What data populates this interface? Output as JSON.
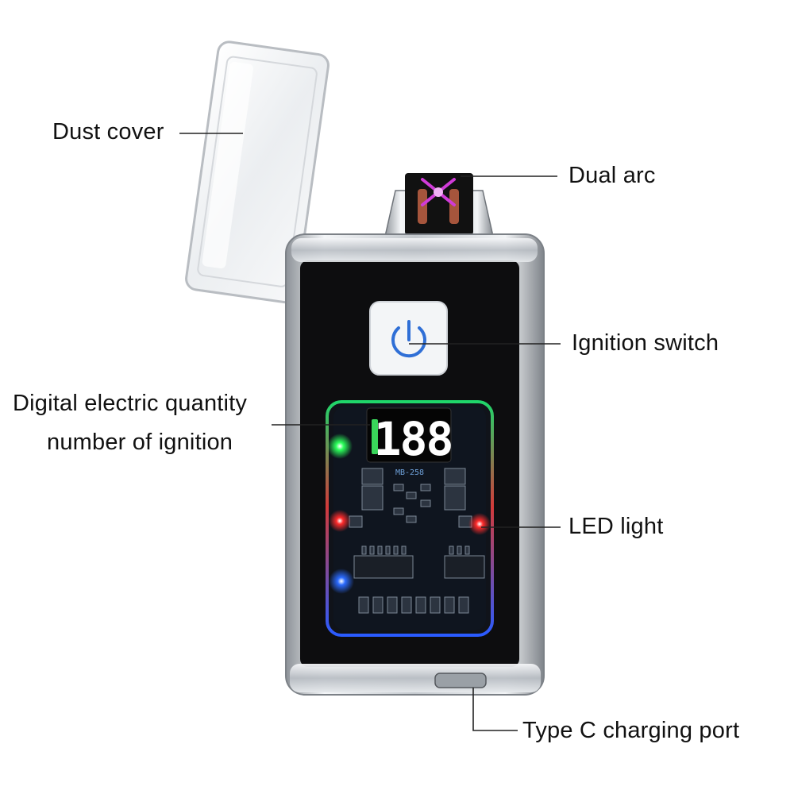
{
  "labels": {
    "dust_cover": "Dust cover",
    "dual_arc": "Dual arc",
    "ignition_switch": "Ignition switch",
    "digital_line1": "Digital electric quantity",
    "digital_line2": "number of ignition",
    "led_light": "LED light",
    "type_c": "Type C charging port"
  },
  "display": {
    "digits": "188",
    "board_marking": "MB-258"
  },
  "colors": {
    "body": "#0d0d0f",
    "chrome": "#c9cdd2",
    "arc": "#d03bd8",
    "power_icon": "#2f6fd6",
    "digits": "#ffffff",
    "battery_bar": "#39d65a",
    "led_green": "#2bff5a",
    "led_red": "#ff2b2b",
    "led_blue": "#2b6bff",
    "leader_line": "#222222"
  }
}
